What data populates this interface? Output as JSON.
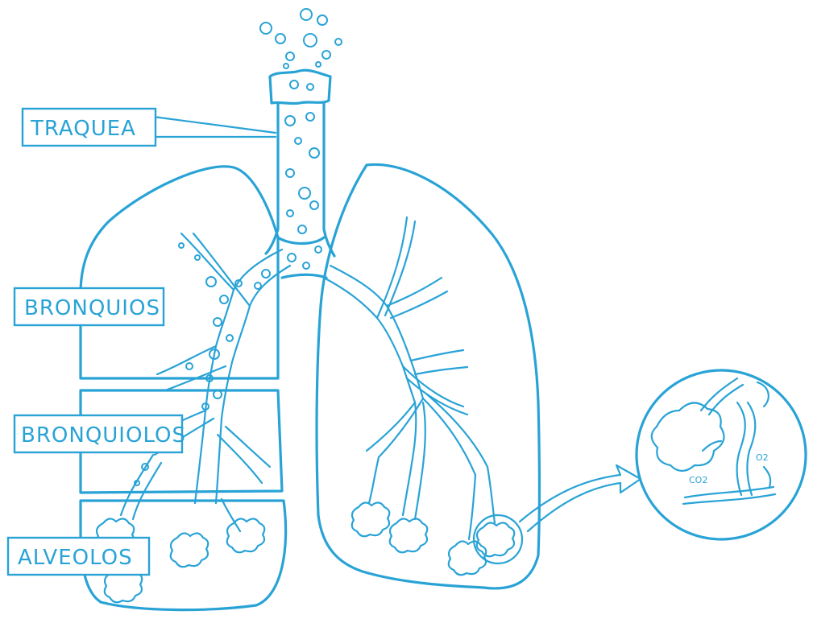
{
  "labels": {
    "trachea": "TRAQUEA",
    "bronchi": "BRONQUIOS",
    "bronchioles": "BRONQUIOLOS",
    "alveoli": "ALVEOLOS"
  },
  "zoom": {
    "co2": "CO2",
    "o2": "O2"
  },
  "colors": {
    "line": "#29a3d6",
    "background": "#ffffff"
  }
}
